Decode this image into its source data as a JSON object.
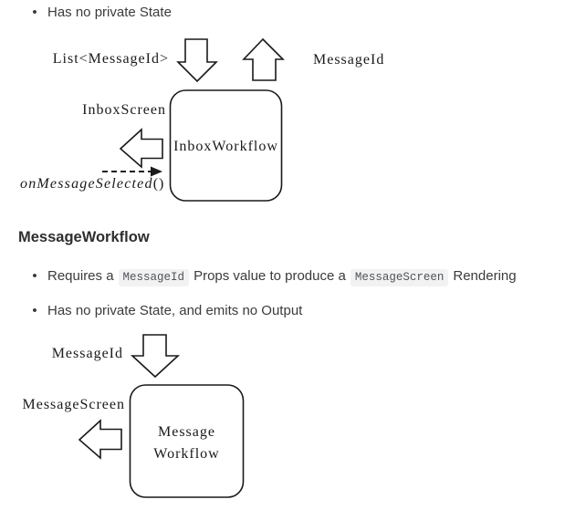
{
  "colors": {
    "page_bg": "#ffffff",
    "body_text": "#3b3b3b",
    "diagram_ink": "#1a1a1a",
    "code_bg": "#f2f2f2",
    "code_text": "#4e5359"
  },
  "bullet1": {
    "text": "Has no private State"
  },
  "heading": {
    "text": "MessageWorkflow"
  },
  "bullet2": {
    "part1": "Requires a",
    "code1": "MessageId",
    "part2": "Props value to produce a",
    "code2": "MessageScreen",
    "part3": "Rendering"
  },
  "bullet3": {
    "text": "Has no private State, and emits no Output"
  },
  "inbox_diagram": {
    "props_label": "List<MessageId>",
    "output_label": "MessageId",
    "rendering_label": "InboxScreen",
    "event_name": "onMessageSelected",
    "event_parens": "()",
    "box_label": "InboxWorkflow"
  },
  "message_diagram": {
    "props_label": "MessageId",
    "rendering_label": "MessageScreen",
    "box_line1": "Message",
    "box_line2": "Workflow"
  }
}
